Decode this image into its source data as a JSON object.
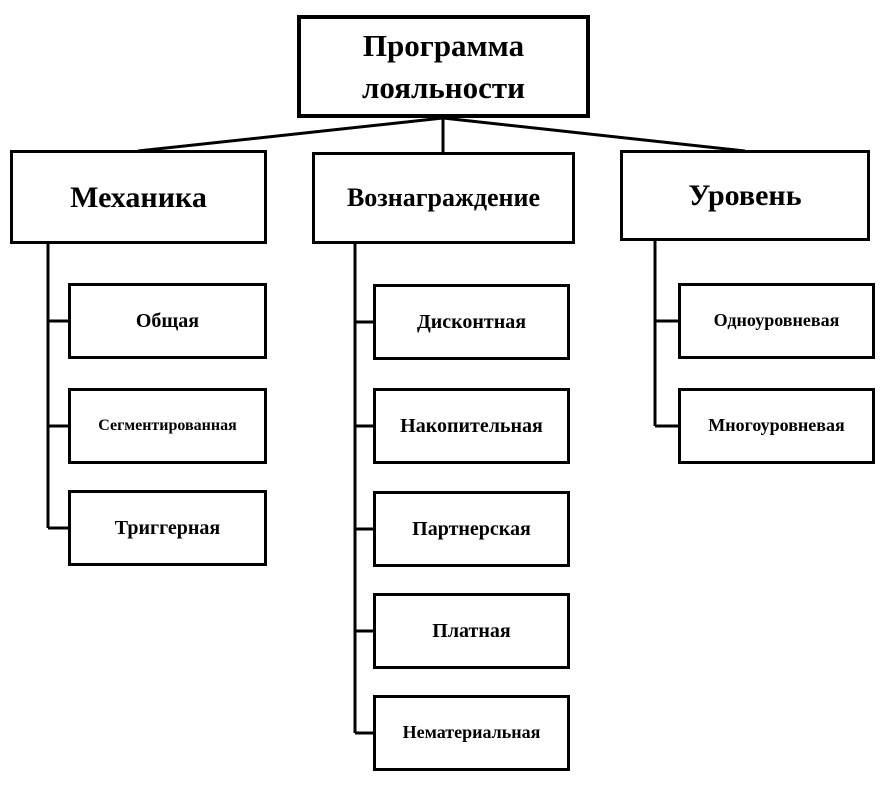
{
  "diagram": {
    "type": "tree",
    "colors": {
      "border": "#000000",
      "background": "#ffffff",
      "text": "#000000",
      "line": "#000000"
    },
    "root": {
      "label": "Программа лояльности"
    },
    "branches": [
      {
        "label": "Механика",
        "children": [
          {
            "label": "Общая"
          },
          {
            "label": "Сегментированная"
          },
          {
            "label": "Триггерная"
          }
        ]
      },
      {
        "label": "Вознаграждение",
        "children": [
          {
            "label": "Дисконтная"
          },
          {
            "label": "Накопительная"
          },
          {
            "label": "Партнерская"
          },
          {
            "label": "Платная"
          },
          {
            "label": "Нематериальная"
          }
        ]
      },
      {
        "label": "Уровень",
        "children": [
          {
            "label": "Одноуровневая"
          },
          {
            "label": "Многоуровневая"
          }
        ]
      }
    ]
  }
}
